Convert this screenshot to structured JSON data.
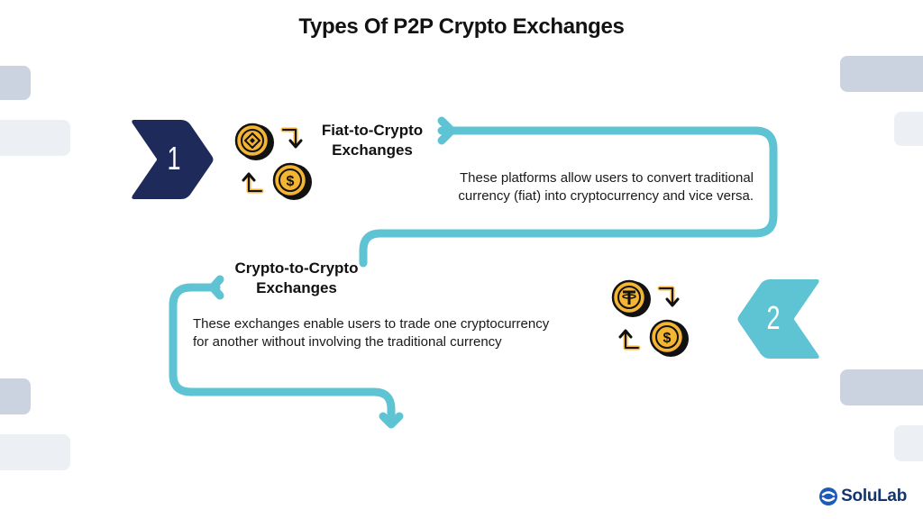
{
  "title": "Types Of P2P Crypto Exchanges",
  "steps": [
    {
      "number": "1",
      "heading_line1": "Fiat-to-Crypto",
      "heading_line2": "Exchanges",
      "desc_line1": "These platforms allow users to convert traditional",
      "desc_line2": "currency (fiat) into cryptocurrency and vice versa.",
      "color": "#1e2a5a",
      "coin_top": "binance-coin-icon",
      "coin_bottom": "dollar-coin-icon"
    },
    {
      "number": "2",
      "heading_line1": "Crypto-to-Crypto",
      "heading_line2": "Exchanges",
      "desc_line1": "These exchanges enable users to trade one cryptocurrency",
      "desc_line2": "for another without involving the traditional currency",
      "color": "#5ec4d3",
      "coin_top": "tether-coin-icon",
      "coin_bottom": "dollar-coin-icon"
    }
  ],
  "brand": {
    "name": "SoluLab",
    "icon": "solulab-logo-icon"
  },
  "colors": {
    "flow_line": "#5ec4d3",
    "coin": "#f4b533",
    "coin_dark": "#111111",
    "decor_dark": "#cbd3e0",
    "decor_light": "#eceff4"
  }
}
